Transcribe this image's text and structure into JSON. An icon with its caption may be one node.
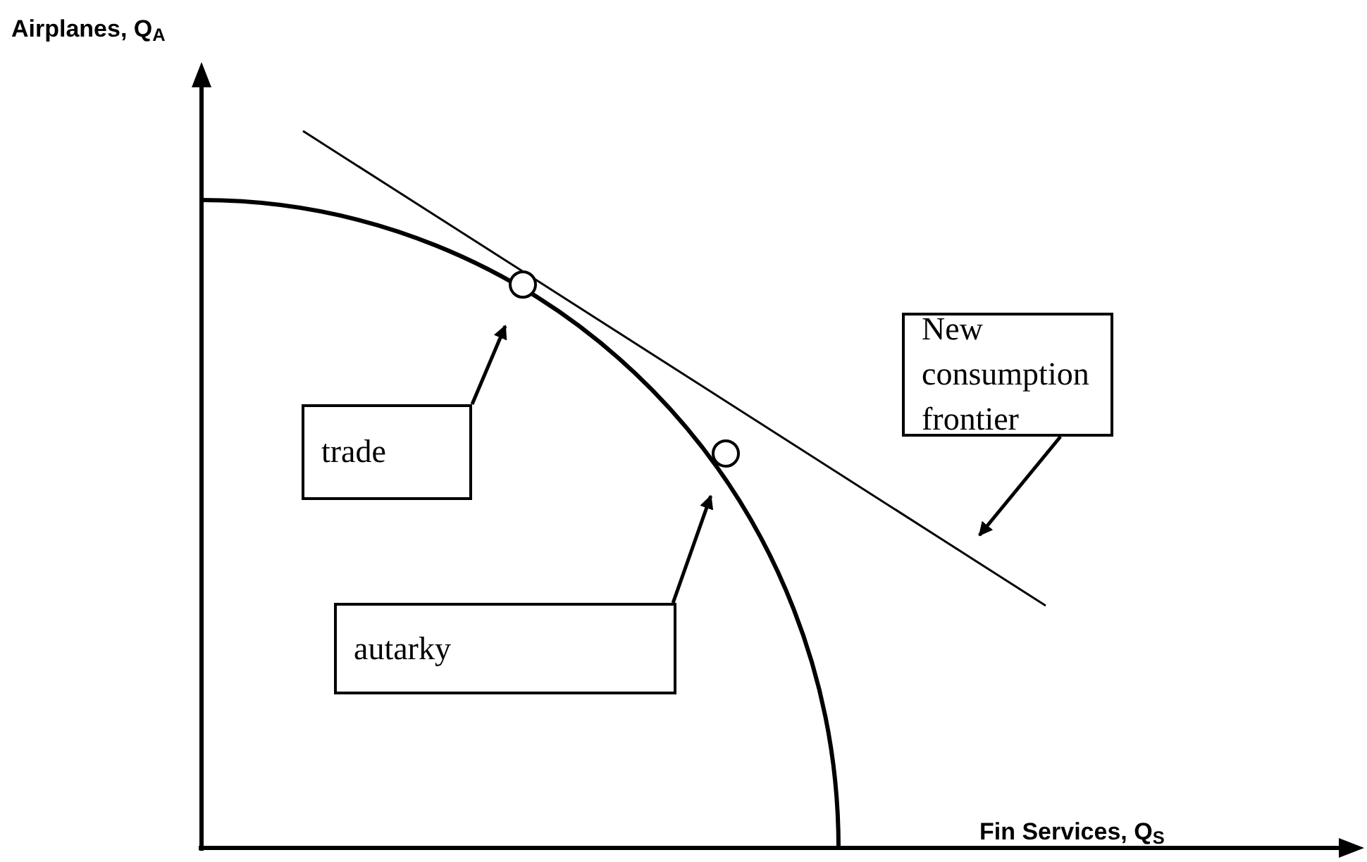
{
  "diagram": {
    "nodes": [
      {
        "text": [
          "trade"
        ]
      },
      {
        "text": [
          "autarky"
        ]
      },
      {
        "text": [
          "New consumption frontier"
        ]
      },
      {
        "text": [],
        "shape": "circle"
      },
      {
        "text": [],
        "shape": "circle"
      }
    ],
    "edges": [
      {
        "from": 0,
        "to": 3,
        "arrow": "to"
      },
      {
        "from": 1,
        "to": 4,
        "arrow": "to"
      },
      {
        "from": 2,
        "to": null,
        "arrow": "to"
      }
    ],
    "labels": [
      "Airplanes, Q$_{A}$",
      "Fin Services, Q$_{S}$"
    ]
  }
}
